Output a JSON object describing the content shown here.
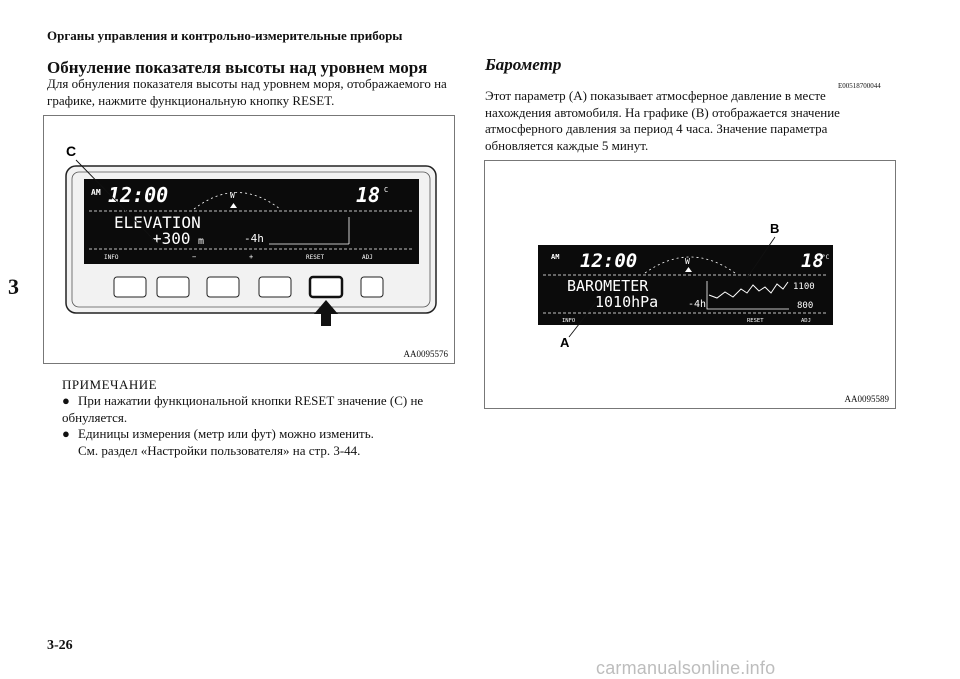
{
  "header": "Органы управления и контрольно-измерительные приборы",
  "chapter_tab": "3",
  "page_number": "3-26",
  "left": {
    "heading": "Обнуление показателя высоты над уровнем моря",
    "paragraph": "Для обнуления показателя высоты над уровнем моря, отображаемого на графике, нажмите функциональную кнопку RESET.",
    "figure": {
      "code": "AA0095576",
      "callout_c": "C",
      "display": {
        "am": "AM",
        "time": "12:00",
        "temp": "18",
        "temp_unit": "C",
        "mode": "ELEVATION",
        "value": "+300",
        "value_unit": "m",
        "range": "-4h",
        "buttons": [
          "INFO",
          "−",
          "+",
          "RESET",
          "ADJ"
        ]
      }
    },
    "note": {
      "title": "ПРИМЕЧАНИЕ",
      "items": [
        "При нажатии функциональной кнопки RESET значение (C) не обнуляется.",
        "Единицы измерения (метр или фут) можно изменить."
      ],
      "reference": "См. раздел «Настройки пользователя» на стр. 3-44."
    }
  },
  "right": {
    "heading": "Барометр",
    "code": "E00518700044",
    "paragraph": "Этот параметр (A) показывает атмосферное давление в месте нахождения автомобиля. На графике (B) отображается значение атмосферного давления за период 4 часа. Значение параметра обновляется каждые 5 минут.",
    "figure": {
      "code": "AA0095589",
      "callout_a": "A",
      "callout_b": "B",
      "display": {
        "am": "AM",
        "time": "12:00",
        "temp": "18",
        "temp_unit": "°C",
        "mode": "BAROMETER",
        "value": "1010hPa",
        "range": "-4h",
        "scale_top": "1100",
        "scale_bottom": "800",
        "buttons": [
          "INFO",
          "RESET",
          "ADJ"
        ]
      }
    }
  },
  "watermark": "carmanualsonline.info"
}
